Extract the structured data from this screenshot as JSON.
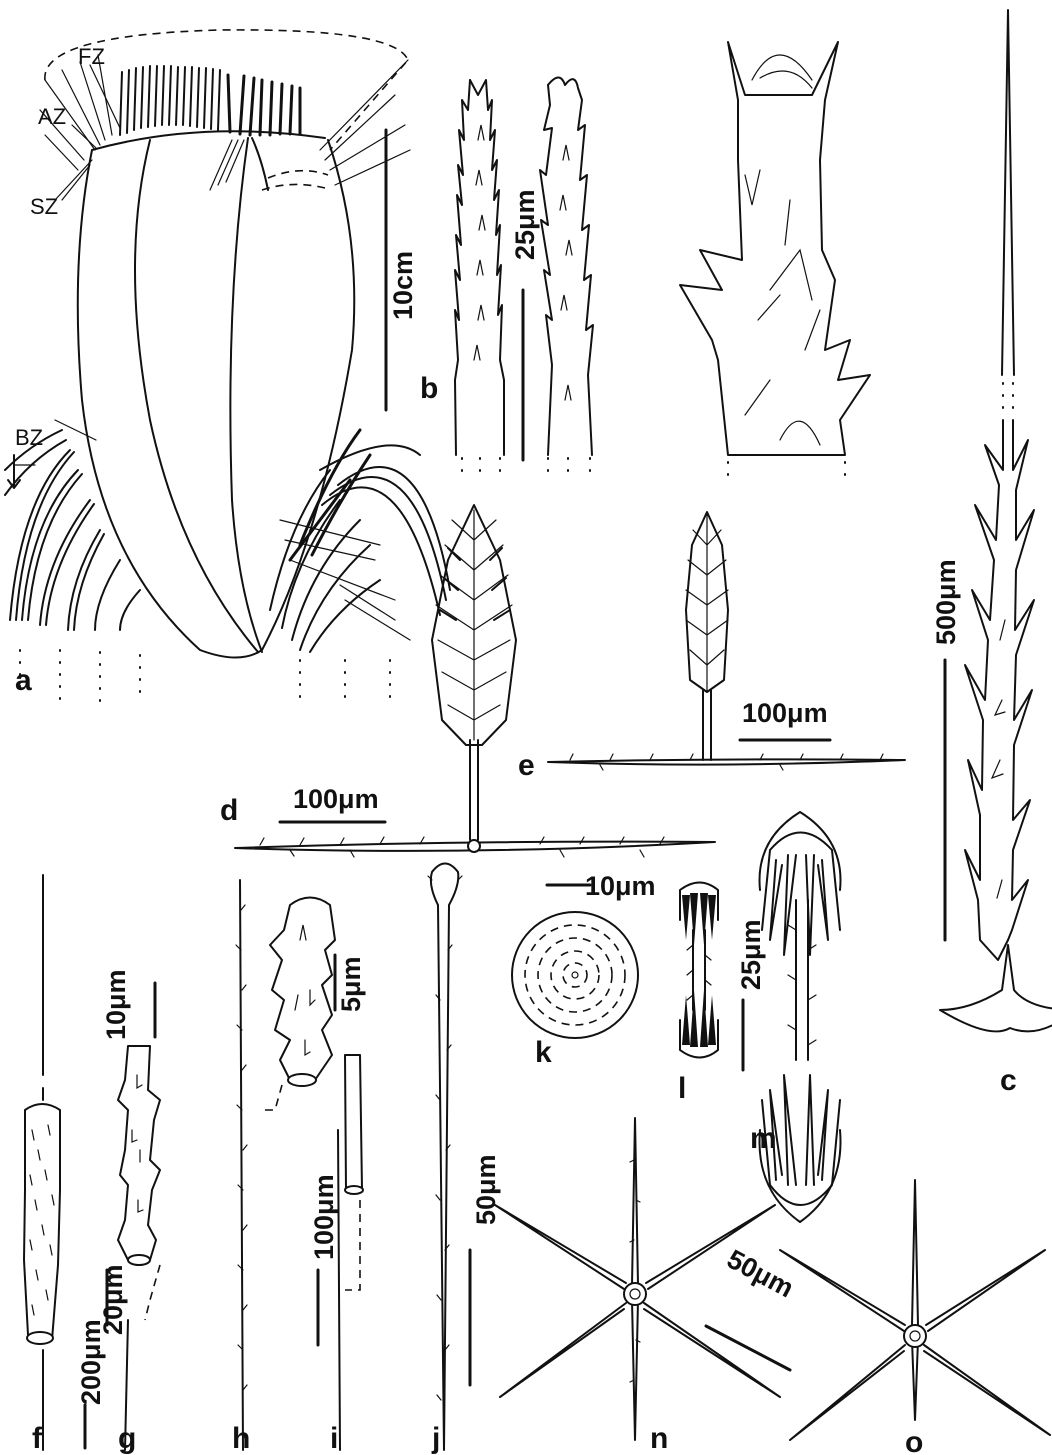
{
  "panels": {
    "a": "a",
    "b": "b",
    "c": "c",
    "d": "d",
    "e": "e",
    "f": "f",
    "g": "g",
    "h": "h",
    "i": "i",
    "j": "j",
    "k": "k",
    "l": "l",
    "m": "m",
    "n": "n",
    "o": "o"
  },
  "zones": {
    "fz": "FZ",
    "az": "AZ",
    "sz": "SZ",
    "bz": "BZ"
  },
  "scales": {
    "a": "10cm",
    "b": "25μm",
    "c": "500μm",
    "d": "100μm",
    "e": "100μm",
    "g_top": "10μm",
    "f_mid": "20μm",
    "fg_bottom": "200μm",
    "h_inset": "5μm",
    "hi": "100μm",
    "j": "50μm",
    "k": "10μm",
    "lm": "25μm",
    "no": "50μm"
  }
}
